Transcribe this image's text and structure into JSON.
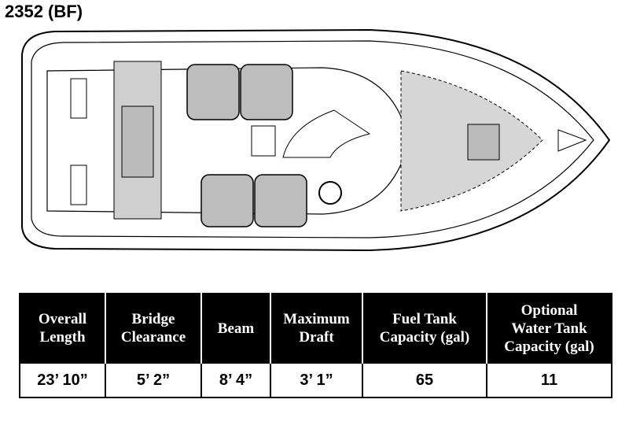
{
  "title": "2352 (BF)",
  "specs": {
    "headers": [
      [
        "Overall",
        "Length"
      ],
      [
        "Bridge",
        "Clearance"
      ],
      [
        "Beam"
      ],
      [
        "Maximum",
        "Draft"
      ],
      [
        "Fuel Tank",
        "Capacity (gal)"
      ],
      [
        "Optional",
        "Water Tank",
        "Capacity (gal)"
      ]
    ],
    "values": [
      "23’ 10”",
      "5’ 2”",
      "8’ 4”",
      "3’ 1”",
      "65",
      "11"
    ]
  }
}
